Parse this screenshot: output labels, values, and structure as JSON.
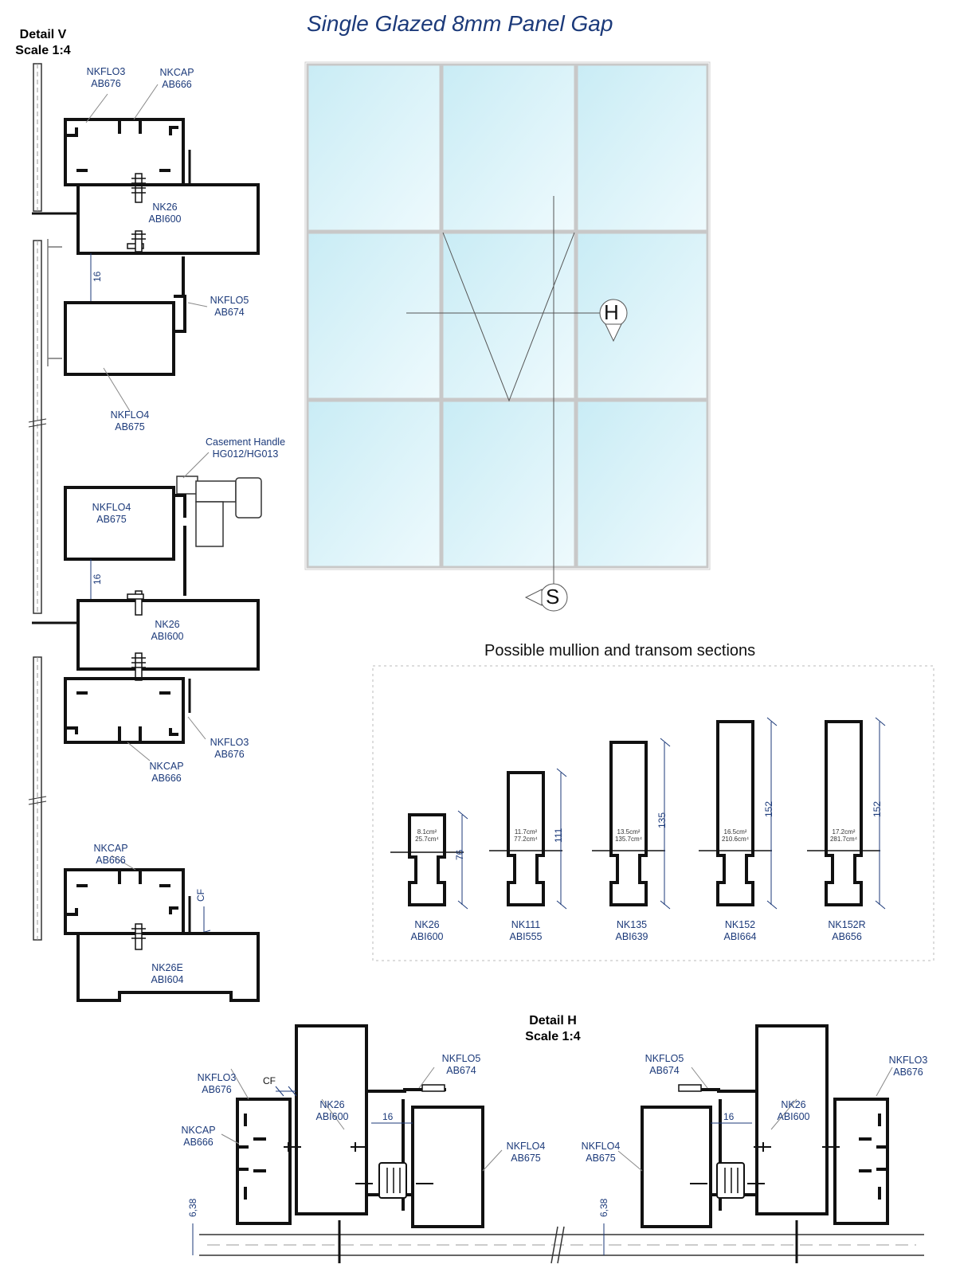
{
  "title": "Single Glazed 8mm Panel Gap",
  "detail_v": {
    "heading": "Detail V",
    "scale": "Scale 1:4",
    "labels": [
      {
        "code": "NKFLO3",
        "ref": "AB676"
      },
      {
        "code": "NKCAP",
        "ref": "AB666"
      },
      {
        "code": "NK26",
        "ref": "ABI600"
      },
      {
        "code": "NKFLO5",
        "ref": "AB674"
      },
      {
        "code": "NKFLO4",
        "ref": "AB675"
      },
      {
        "code": "Casement Handle",
        "ref": "HG012/HG013"
      },
      {
        "code": "NKFLO4",
        "ref": "AB675"
      },
      {
        "code": "NK26",
        "ref": "ABI600"
      },
      {
        "code": "NKFLO3",
        "ref": "AB676"
      },
      {
        "code": "NKCAP",
        "ref": "AB666"
      },
      {
        "code": "NKCAP",
        "ref": "AB666"
      },
      {
        "code": "NK26E",
        "ref": "ABI604"
      }
    ],
    "dims": [
      "16",
      "16",
      "CF"
    ]
  },
  "elevation": {
    "marker_h": "H",
    "marker_s": "S"
  },
  "sections": {
    "title": "Possible mullion and transom sections",
    "items": [
      {
        "code": "NK26",
        "ref": "ABI600",
        "height": "76",
        "area": "8.1cm²",
        "inertia": "25.7cm⁴"
      },
      {
        "code": "NK111",
        "ref": "ABI555",
        "height": "111",
        "area": "11.7cm²",
        "inertia": "77.2cm⁴"
      },
      {
        "code": "NK135",
        "ref": "ABI639",
        "height": "135",
        "area": "13.5cm²",
        "inertia": "135.7cm⁴"
      },
      {
        "code": "NK152",
        "ref": "ABI664",
        "height": "152",
        "area": "16.5cm²",
        "inertia": "210.6cm⁴"
      },
      {
        "code": "NK152R",
        "ref": "AB656",
        "height": "152",
        "area": "17.2cm²",
        "inertia": "281.7cm⁴"
      }
    ]
  },
  "detail_h": {
    "heading": "Detail H",
    "scale": "Scale 1:4",
    "labels": [
      {
        "code": "NKFLO3",
        "ref": "AB676"
      },
      {
        "code": "NKCAP",
        "ref": "AB666"
      },
      {
        "code": "NK26",
        "ref": "ABI600"
      },
      {
        "code": "NKFLO5",
        "ref": "AB674"
      },
      {
        "code": "NKFLO4",
        "ref": "AB675"
      },
      {
        "code": "NKFLO5",
        "ref": "AB674"
      },
      {
        "code": "NKFLO3",
        "ref": "AB676"
      },
      {
        "code": "NKFLO4",
        "ref": "AB675"
      },
      {
        "code": "NK26",
        "ref": "ABI600"
      }
    ],
    "dims": [
      "CF",
      "16",
      "16",
      "6,38",
      "6,38"
    ]
  },
  "colors": {
    "label_blue": "#1c3a7a",
    "glass": "#d8f1f8",
    "frame": "#111111"
  }
}
